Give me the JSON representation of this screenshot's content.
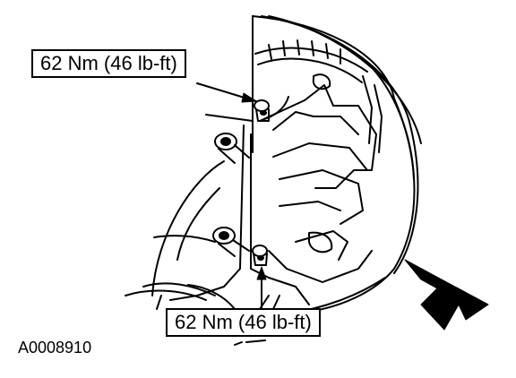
{
  "callouts": {
    "top_torque": "62 Nm (46 lb-ft)",
    "bottom_torque": "62 Nm (46 lb-ft)"
  },
  "figure_id": "A0008910",
  "colors": {
    "line": "#000000",
    "background": "#ffffff"
  }
}
